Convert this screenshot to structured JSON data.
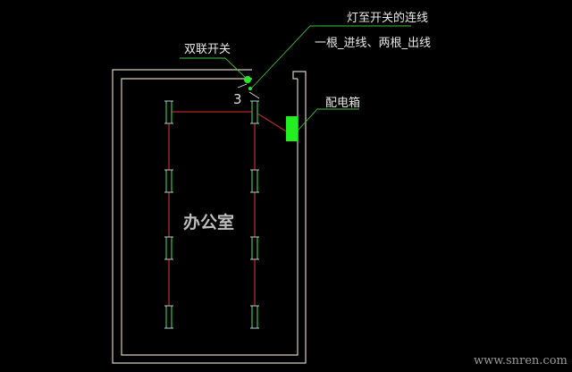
{
  "labels": {
    "double_switch": "双联开关",
    "wire_title": "灯至开关的连线",
    "wire_desc": "一根_进线、两根_出线",
    "distribution_box": "配电箱",
    "room_name": "办公室",
    "wire_count": "3"
  },
  "watermark": "www.snren.com",
  "colors": {
    "wall": "#d8cbb8",
    "wire": "#b02a2a",
    "fixture": "#2fa84a",
    "accent": "#22ee22",
    "leader": "#3fbf3f"
  }
}
